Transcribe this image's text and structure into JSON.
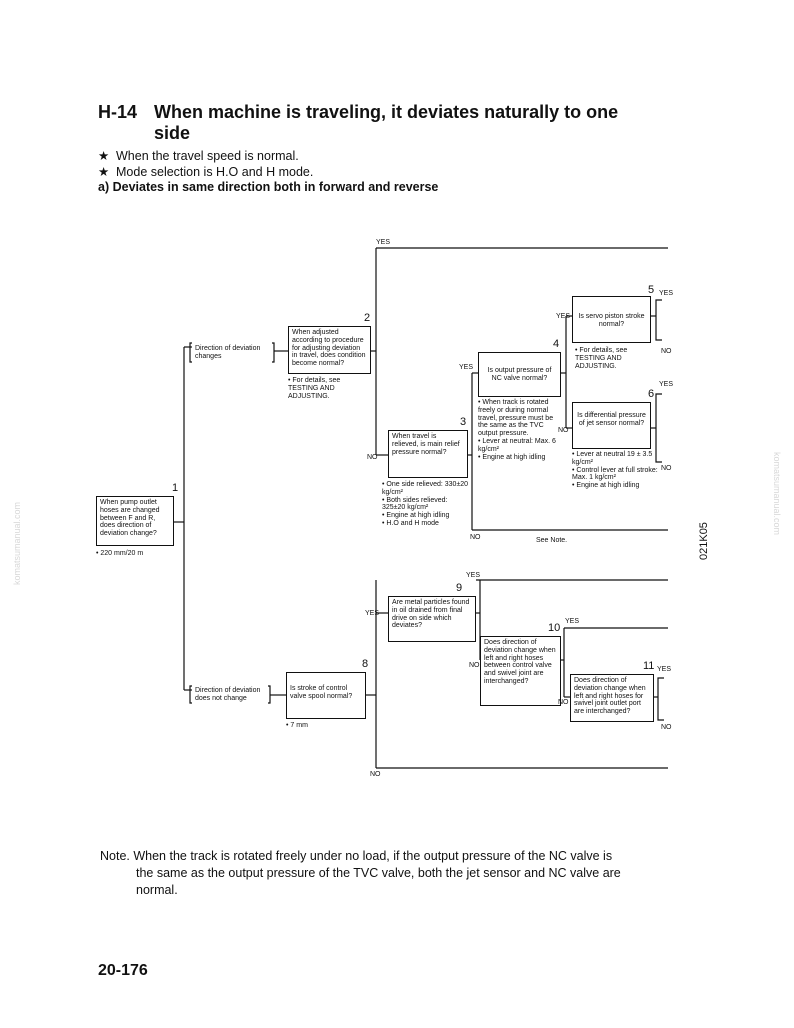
{
  "header": {
    "code": "H-14",
    "title_line1": "When machine is traveling, it deviates naturally to one",
    "title_line2": "side"
  },
  "conditions": [
    "When the travel speed is normal.",
    "Mode selection is H.O and H mode."
  ],
  "bullet_glyph": "★",
  "subheading": "a)  Deviates in same direction both in forward and reverse",
  "labels": {
    "yes": "YES",
    "no": "NO",
    "see_note": "See Note."
  },
  "nodes": {
    "n1": {
      "number": "1",
      "text": "When pump outlet hoses are changed between F and R, does direction of deviation change?",
      "notes": "• 220 mm/20 m"
    },
    "n2": {
      "number": "2",
      "text": "When adjusted according to procedure for adjusting deviation in travel, does condition become normal?",
      "notes": "• For details, see TESTING AND ADJUSTING."
    },
    "n3": {
      "number": "3",
      "text": "When travel is relieved, is main relief pressure normal?",
      "notes": "• One side relieved: 330±20 kg/cm²\n• Both sides relieved: 325±20 kg/cm²\n• Engine at high idling\n• H.O and H mode"
    },
    "n4": {
      "number": "4",
      "text": "Is output pressure of NC valve normal?",
      "notes": "• When track is rotated freely or during normal travel, pressure must be the same as the TVC output pressure.\n• Lever at neutral: Max. 6 kg/cm²\n• Engine at high idling"
    },
    "n5": {
      "number": "5",
      "text": "Is servo piston stroke normal?",
      "notes": "• For details, see TESTING AND ADJUSTING."
    },
    "n6": {
      "number": "6",
      "text": "Is differential pressure of jet sensor normal?",
      "notes": "• Lever at neutral 19 ± 3.5 kg/cm²\n• Control lever at full stroke: Max. 1 kg/cm²\n• Engine at high idling"
    },
    "n8": {
      "number": "8",
      "text": "Is stroke of control valve spool normal?",
      "notes": "• 7 mm"
    },
    "n9": {
      "number": "9",
      "text": "Are metal particles found in oil drained from final drive on side which deviates?"
    },
    "n10": {
      "number": "10",
      "text": "Does direction of deviation change when left and right hoses between control valve and swivel joint are interchanged?"
    },
    "n11": {
      "number": "11",
      "text": "Does direction of deviation change when left and right hoses for swivel joint outlet port are interchanged?"
    }
  },
  "branches": {
    "changes": "Direction of deviation changes",
    "not_change": "Direction of deviation does not change"
  },
  "side_code": "021K05",
  "watermark": "komatsumanual.com",
  "note": {
    "line1": "Note.  When the track is rotated freely under no load, if the output pressure of the NC valve is",
    "line2": "the same as the output pressure of the TVC valve, both the jet sensor and NC valve are",
    "line3": "normal."
  },
  "page_number": "20-176"
}
